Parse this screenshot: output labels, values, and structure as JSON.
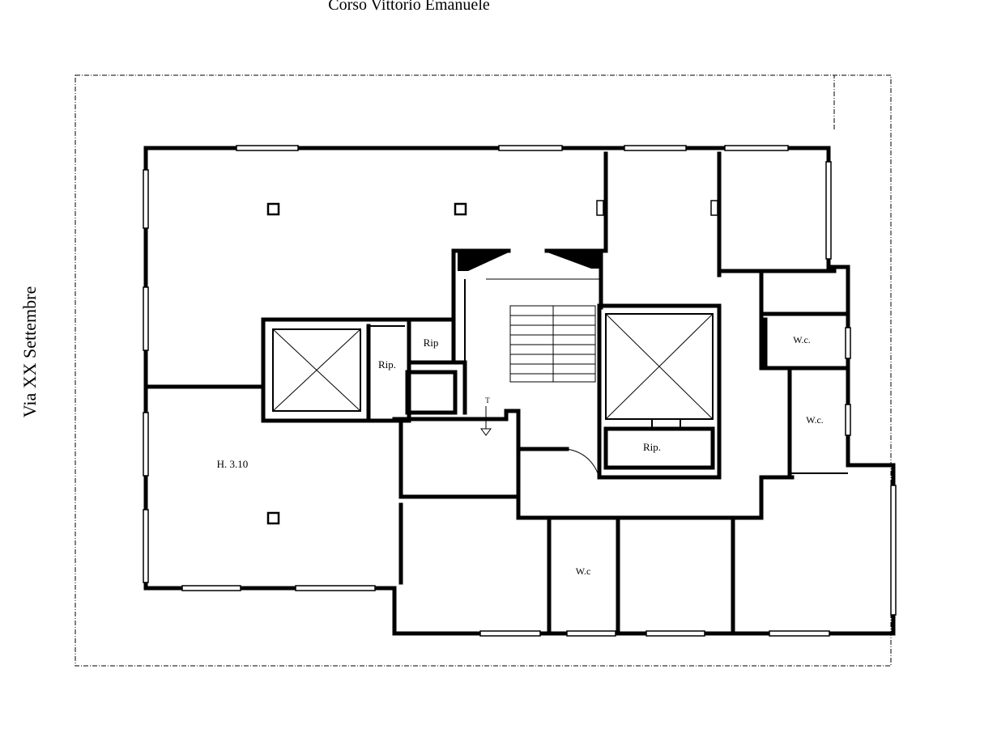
{
  "streets": {
    "top": "Corso Vittorio Emanuele",
    "left": "Via XX Settembre"
  },
  "rooms": {
    "rip_upper": "Rip",
    "rip_left": "Rip.",
    "rip_lower": "Rip.",
    "wc_right_upper": "W.c.",
    "wc_right_lower": "W.c.",
    "wc_bottom": "W.c"
  },
  "height_label": "H.  3.10",
  "stair_marker": "T"
}
